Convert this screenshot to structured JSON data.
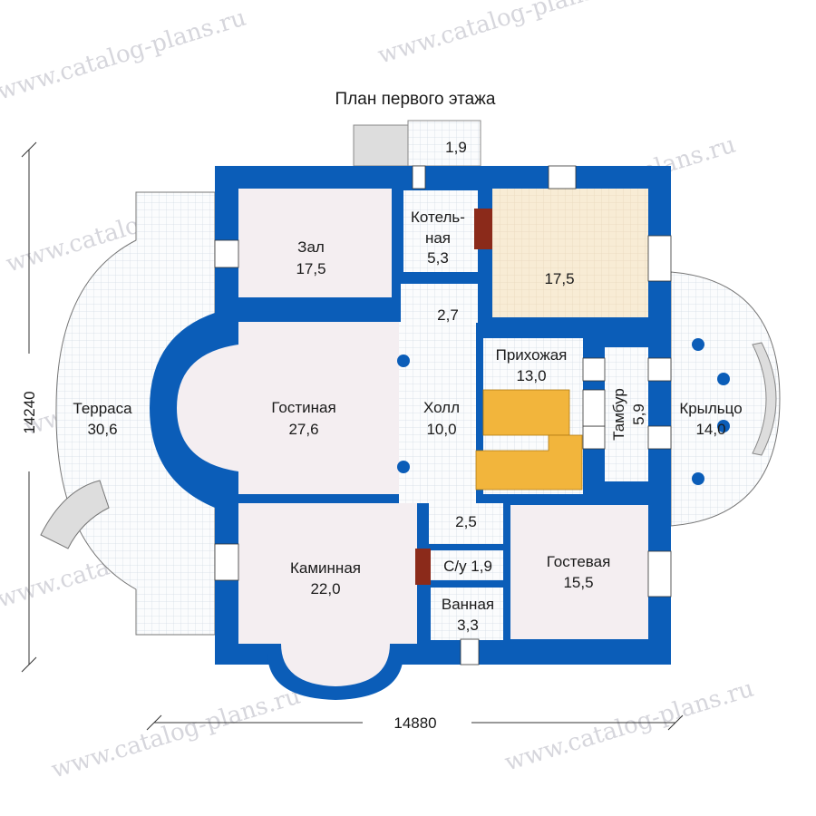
{
  "title": "План первого этажа",
  "watermark": "www.catalog-plans.ru",
  "dimensions": {
    "height": "14240",
    "width": "14880"
  },
  "rooms": [
    {
      "name": "Зал",
      "area": "17,5"
    },
    {
      "name_line1": "Котель-",
      "name_line2": "ная",
      "area": "5,3"
    },
    {
      "area": "17,5"
    },
    {
      "area": "2,7"
    },
    {
      "name": "Гостиная",
      "area": "27,6"
    },
    {
      "name": "Холл",
      "area": "10,0"
    },
    {
      "name": "Прихожая",
      "area": "13,0"
    },
    {
      "name": "Тамбур",
      "area": "5,9"
    },
    {
      "name": "Крыльцо",
      "area": "14,0"
    },
    {
      "name": "Терраса",
      "area": "30,6"
    },
    {
      "name": "Каминная",
      "area": "22,0"
    },
    {
      "area": "2,5"
    },
    {
      "name": "С/у 1,9"
    },
    {
      "name": "Ванная",
      "area": "3,3"
    },
    {
      "name": "Гостевая",
      "area": "15,5"
    },
    {
      "area": "1,9"
    }
  ],
  "colors": {
    "wall": "#0b5db8",
    "living": "#f4eef1",
    "beige": "#f8ecd5",
    "stairs": "#f2b53c",
    "grid": "#e6ecf2"
  }
}
